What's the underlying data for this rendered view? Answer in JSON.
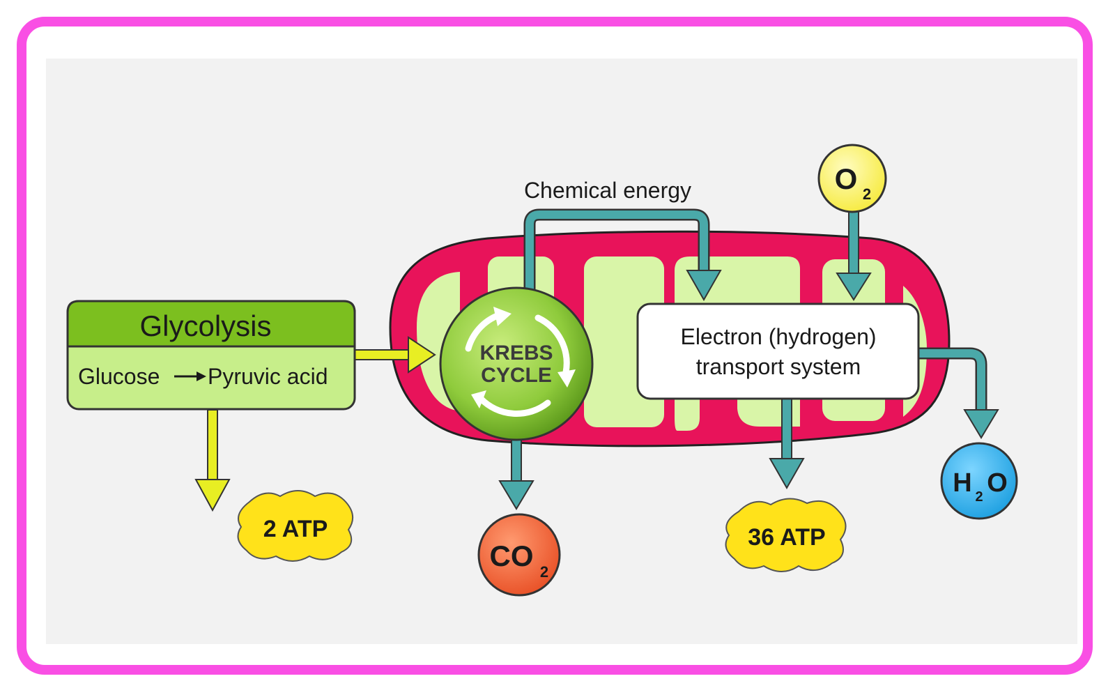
{
  "glycolysis": {
    "title": "Glycolysis",
    "reactant": "Glucose",
    "product": "Pyruvic acid"
  },
  "krebs": {
    "line1": "KREBS",
    "line2": "CYCLE"
  },
  "chemical_energy": "Chemical energy",
  "electron_transport": {
    "line1": "Electron (hydrogen)",
    "line2": "transport system"
  },
  "oxygen": {
    "symbol": "O",
    "subscript": "2"
  },
  "carbon_dioxide": {
    "symbol": "CO",
    "subscript": "2"
  },
  "water": {
    "symbol_h": "H",
    "subscript": "2",
    "symbol_o": "O"
  },
  "atp_glycolysis": "2 ATP",
  "atp_transport": "36 ATP",
  "colors": {
    "frame": "#f94fe4",
    "membrane": "#e8135a",
    "matrix": "#d9f5a8",
    "glycolysis_header": "#7cbf1f",
    "glycolysis_body": "#c7ee8a",
    "yellow_arrow": "#e8ee23",
    "teal_arrow": "#4aa9a9",
    "atp": "#ffe21a",
    "oxygen": "#fff66e",
    "co2": "#f2663a",
    "water": "#27aee8"
  }
}
